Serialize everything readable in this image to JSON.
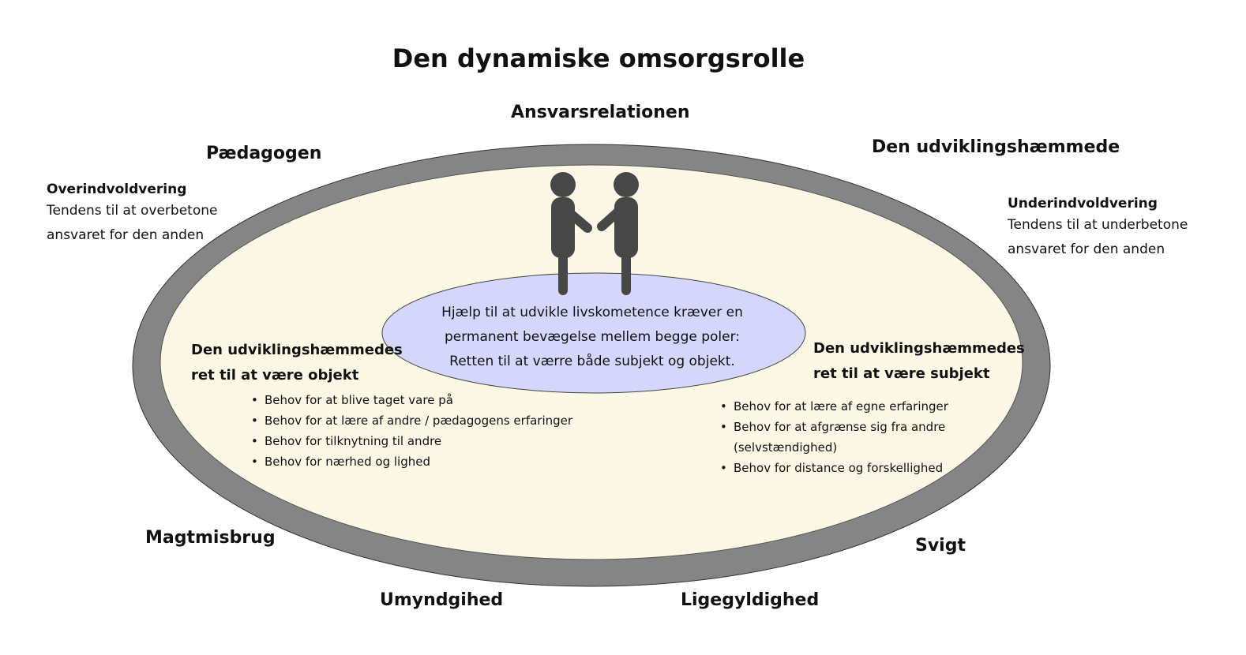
{
  "title": "Den dynamiske omsorgsrolle",
  "poles": {
    "top": "Ansvarsrelationen",
    "top_left": "Pædagogen",
    "top_right": "Den udviklingshæmmede",
    "bottom_left": "Magtmisbrug",
    "bottom_right": "Svigt",
    "bottom_center_left": "Umyndgihed",
    "bottom_center_right": "Ligegyldighed"
  },
  "left_note": {
    "heading": "Overindvoldvering",
    "line1": "Tendens til at overbetone",
    "line2": "ansvaret for den anden"
  },
  "right_note": {
    "heading": "Underindvoldvering",
    "line1": "Tendens til at underbetone",
    "line2": "ansvaret for den anden"
  },
  "center": {
    "line1": "Hjælp til at udvikle livskometence kræver en",
    "line2": "permanent bevægelse mellem begge poler:",
    "line3": "Retten til at værre både subjekt og objekt."
  },
  "object_side": {
    "heading1": "Den udviklingshæmmedes",
    "heading2": "ret til at være objekt",
    "needs": [
      "Behov for at blive taget vare på",
      "Behov for at lære af andre / pædagogens erfaringer",
      "Behov for tilknytning til andre",
      "Behov for nærhed og lighed"
    ]
  },
  "subject_side": {
    "heading1": "Den udviklingshæmmedes",
    "heading2": "ret til at være subjekt",
    "needs": [
      "Behov for at lære af egne erfaringer",
      "Behov for at afgrænse sig fra andre",
      "(selvstændighed)",
      "Behov for distance og forskellighed"
    ]
  },
  "icons": {
    "figures": "two-people-handshake-icon"
  },
  "colors": {
    "outer_ring": "#858585",
    "inner_fill": "#fdf7e6",
    "center_fill": "#d4d6fb",
    "figure": "#474747"
  }
}
